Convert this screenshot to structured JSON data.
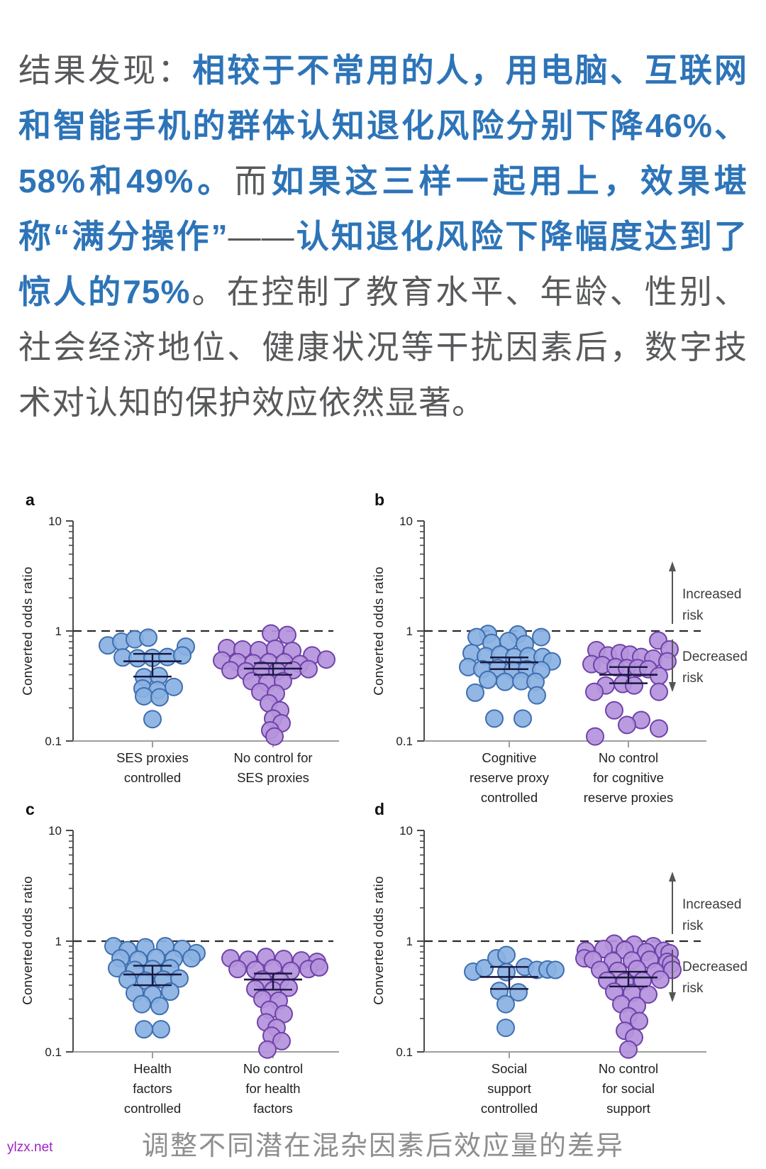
{
  "intro": {
    "colors": {
      "gray": "#58595b",
      "blue": "#2d74b8"
    },
    "runs": [
      {
        "style": "gray",
        "text": "结果发现："
      },
      {
        "style": "blue",
        "text": "相较于不常用的人，用电脑、互联网和智能手机的群体认知退化风险分别下降46%、58%和49%。"
      },
      {
        "style": "gray",
        "text": "而"
      },
      {
        "style": "blue",
        "text": "如果这三样一起用上，效果堪称“满分操作”"
      },
      {
        "style": "gray",
        "text": "——"
      },
      {
        "style": "blue",
        "text": "认知退化风险下降幅度达到了惊人的75%"
      },
      {
        "style": "gray",
        "text": "。在控制了教育水平、年龄、性别、社会经济地位、健康状况等干扰因素后，数字技术对认知的保护效应依然显著。"
      }
    ]
  },
  "figure": {
    "caption": "调整不同潜在混杂因素后效应量的差异",
    "watermark": "ylzx.net",
    "dot_colors": {
      "blue": {
        "fill": "#8ab1e2",
        "stroke": "#3f6fb0"
      },
      "purple": {
        "fill": "#b593dd",
        "stroke": "#6f42a9"
      }
    },
    "error_bar_color": "#181840",
    "reference_line_color": "#2b2b2b",
    "axis_color": "#4a4a4a",
    "baseline_color": "#9e9e9e",
    "text_color": "#1f1f1f",
    "annotation_color": "#3c3c3c",
    "increased_label": "Increased\nrisk",
    "decreased_label": "Decreased\nrisk"
  },
  "chart_data": [
    {
      "panel": "a",
      "type": "scatter",
      "yscale": "log",
      "ylim": [
        0.1,
        10
      ],
      "ylabel": "Converted odds ratio",
      "yticks": [
        "10",
        "1",
        "0.1"
      ],
      "reference_line": 1,
      "risk_annotations": false,
      "groups": [
        {
          "label": "SES proxies\ncontrolled",
          "color_key": "blue",
          "points": [
            [
              -63,
              0.74
            ],
            [
              -44,
              0.8
            ],
            [
              -25,
              0.84
            ],
            [
              -6,
              0.87
            ],
            [
              47,
              0.72
            ],
            [
              -42,
              0.575
            ],
            [
              -21,
              0.565
            ],
            [
              0,
              0.57
            ],
            [
              21,
              0.58
            ],
            [
              42,
              0.6
            ],
            [
              -12,
              0.38
            ],
            [
              9,
              0.39
            ],
            [
              -14,
              0.3
            ],
            [
              7,
              0.29
            ],
            [
              30,
              0.31
            ],
            [
              -12,
              0.255
            ],
            [
              10,
              0.25
            ],
            [
              0,
              0.158
            ]
          ],
          "summary": {
            "mean": 0.53,
            "ci_high": 0.62,
            "ci_low": 0.385
          }
        },
        {
          "label": "No control for\nSES proxies",
          "color_key": "purple",
          "points": [
            [
              -3,
              0.95
            ],
            [
              20,
              0.92
            ],
            [
              -65,
              0.7
            ],
            [
              -43,
              0.68
            ],
            [
              -20,
              0.67
            ],
            [
              3,
              0.69
            ],
            [
              27,
              0.66
            ],
            [
              55,
              0.6
            ],
            [
              75,
              0.55
            ],
            [
              -72,
              0.54
            ],
            [
              -50,
              0.52
            ],
            [
              -28,
              0.51
            ],
            [
              -6,
              0.52
            ],
            [
              16,
              0.52
            ],
            [
              38,
              0.5
            ],
            [
              -60,
              0.44
            ],
            [
              -38,
              0.43
            ],
            [
              -16,
              0.44
            ],
            [
              6,
              0.43
            ],
            [
              28,
              0.44
            ],
            [
              50,
              0.45
            ],
            [
              -30,
              0.35
            ],
            [
              -8,
              0.34
            ],
            [
              14,
              0.35
            ],
            [
              -18,
              0.28
            ],
            [
              4,
              0.27
            ],
            [
              -6,
              0.22
            ],
            [
              10,
              0.19
            ],
            [
              0,
              0.16
            ],
            [
              12,
              0.145
            ],
            [
              -4,
              0.125
            ],
            [
              2,
              0.11
            ]
          ],
          "summary": {
            "mean": 0.455,
            "ci_high": 0.51,
            "ci_low": 0.4
          }
        }
      ]
    },
    {
      "panel": "b",
      "type": "scatter",
      "yscale": "log",
      "ylim": [
        0.1,
        10
      ],
      "ylabel": "Converted odds ratio",
      "yticks": [
        "10",
        "1",
        "0.1"
      ],
      "reference_line": 1,
      "risk_annotations": true,
      "groups": [
        {
          "label": "Cognitive\nreserve proxy\ncontrolled",
          "color_key": "blue",
          "points": [
            [
              -30,
              0.94
            ],
            [
              12,
              0.93
            ],
            [
              -46,
              0.88
            ],
            [
              -1,
              0.81
            ],
            [
              45,
              0.88
            ],
            [
              -25,
              0.78
            ],
            [
              22,
              0.76
            ],
            [
              -53,
              0.63
            ],
            [
              -33,
              0.59
            ],
            [
              -13,
              0.61
            ],
            [
              7,
              0.58
            ],
            [
              27,
              0.59
            ],
            [
              47,
              0.58
            ],
            [
              60,
              0.53
            ],
            [
              -58,
              0.47
            ],
            [
              -38,
              0.45
            ],
            [
              -16,
              0.46
            ],
            [
              5,
              0.44
            ],
            [
              25,
              0.45
            ],
            [
              45,
              0.44
            ],
            [
              -30,
              0.36
            ],
            [
              -6,
              0.345
            ],
            [
              17,
              0.35
            ],
            [
              37,
              0.345
            ],
            [
              -48,
              0.275
            ],
            [
              39,
              0.26
            ],
            [
              -21,
              0.16
            ],
            [
              19,
              0.16
            ]
          ],
          "summary": {
            "mean": 0.52,
            "ci_high": 0.575,
            "ci_low": 0.45
          }
        },
        {
          "label": "No control\nfor cognitive\nreserve proxies",
          "color_key": "purple",
          "points": [
            [
              -45,
              0.67
            ],
            [
              -29,
              0.6
            ],
            [
              -12,
              0.63
            ],
            [
              2,
              0.61
            ],
            [
              18,
              0.58
            ],
            [
              35,
              0.56
            ],
            [
              42,
              0.82
            ],
            [
              58,
              0.68
            ],
            [
              -52,
              0.5
            ],
            [
              -37,
              0.49
            ],
            [
              -18,
              0.47
            ],
            [
              -2,
              0.46
            ],
            [
              13,
              0.46
            ],
            [
              28,
              0.45
            ],
            [
              55,
              0.53
            ],
            [
              43,
              0.39
            ],
            [
              -32,
              0.32
            ],
            [
              -8,
              0.33
            ],
            [
              8,
              0.32
            ],
            [
              -48,
              0.28
            ],
            [
              43,
              0.28
            ],
            [
              -20,
              0.19
            ],
            [
              18,
              0.155
            ],
            [
              -2,
              0.14
            ],
            [
              43,
              0.13
            ],
            [
              -47,
              0.11
            ]
          ],
          "summary": {
            "mean": 0.4,
            "ci_high": 0.47,
            "ci_low": 0.335
          }
        }
      ]
    },
    {
      "panel": "c",
      "type": "scatter",
      "yscale": "log",
      "ylim": [
        0.1,
        10
      ],
      "ylabel": "Converted odds ratio",
      "yticks": [
        "10",
        "1",
        "0.1"
      ],
      "reference_line": 1,
      "risk_annotations": false,
      "groups": [
        {
          "label": "Health\nfactors\ncontrolled",
          "color_key": "blue",
          "points": [
            [
              -55,
              0.9
            ],
            [
              -35,
              0.83
            ],
            [
              -10,
              0.88
            ],
            [
              18,
              0.9
            ],
            [
              42,
              0.85
            ],
            [
              62,
              0.78
            ],
            [
              -45,
              0.7
            ],
            [
              -20,
              0.68
            ],
            [
              5,
              0.71
            ],
            [
              30,
              0.69
            ],
            [
              55,
              0.7
            ],
            [
              -50,
              0.57
            ],
            [
              -25,
              0.55
            ],
            [
              0,
              0.56
            ],
            [
              25,
              0.57
            ],
            [
              -35,
              0.45
            ],
            [
              -10,
              0.44
            ],
            [
              15,
              0.45
            ],
            [
              38,
              0.46
            ],
            [
              -25,
              0.34
            ],
            [
              0,
              0.33
            ],
            [
              25,
              0.35
            ],
            [
              -15,
              0.27
            ],
            [
              10,
              0.26
            ],
            [
              -12,
              0.16
            ],
            [
              12,
              0.16
            ]
          ],
          "summary": {
            "mean": 0.5,
            "ci_high": 0.6,
            "ci_low": 0.4
          }
        },
        {
          "label": "No control\nfor health\nfactors",
          "color_key": "purple",
          "points": [
            [
              -60,
              0.7
            ],
            [
              -35,
              0.68
            ],
            [
              -10,
              0.72
            ],
            [
              15,
              0.69
            ],
            [
              40,
              0.67
            ],
            [
              62,
              0.65
            ],
            [
              -50,
              0.56
            ],
            [
              -25,
              0.55
            ],
            [
              0,
              0.57
            ],
            [
              25,
              0.54
            ],
            [
              50,
              0.56
            ],
            [
              65,
              0.58
            ],
            [
              -15,
              0.45
            ],
            [
              10,
              0.44
            ],
            [
              -25,
              0.37
            ],
            [
              0,
              0.36
            ],
            [
              22,
              0.38
            ],
            [
              -15,
              0.3
            ],
            [
              8,
              0.29
            ],
            [
              -5,
              0.24
            ],
            [
              15,
              0.22
            ],
            [
              -10,
              0.185
            ],
            [
              5,
              0.165
            ],
            [
              -2,
              0.14
            ],
            [
              12,
              0.125
            ],
            [
              -8,
              0.105
            ]
          ],
          "summary": {
            "mean": 0.45,
            "ci_high": 0.51,
            "ci_low": 0.365
          }
        }
      ]
    },
    {
      "panel": "d",
      "type": "scatter",
      "yscale": "log",
      "ylim": [
        0.1,
        10
      ],
      "ylabel": "Converted odds ratio",
      "yticks": [
        "10",
        "1",
        "0.1"
      ],
      "reference_line": 1,
      "risk_annotations": true,
      "groups": [
        {
          "label": "Social\nsupport\ncontrolled",
          "color_key": "blue",
          "points": [
            [
              -51,
              0.53
            ],
            [
              -35,
              0.57
            ],
            [
              -18,
              0.7
            ],
            [
              -4,
              0.75
            ],
            [
              -4,
              0.525
            ],
            [
              22,
              0.585
            ],
            [
              39,
              0.55
            ],
            [
              54,
              0.555
            ],
            [
              65,
              0.55
            ],
            [
              -14,
              0.355
            ],
            [
              13,
              0.345
            ],
            [
              -5,
              0.27
            ],
            [
              -5,
              0.165
            ]
          ],
          "summary": {
            "mean": 0.475,
            "ci_high": 0.585,
            "ci_low": 0.37
          }
        },
        {
          "label": "No control\nfor social\nsupport",
          "color_key": "purple",
          "points": [
            [
              -20,
              0.95
            ],
            [
              8,
              0.93
            ],
            [
              35,
              0.9
            ],
            [
              -60,
              0.82
            ],
            [
              -35,
              0.85
            ],
            [
              -5,
              0.83
            ],
            [
              25,
              0.8
            ],
            [
              50,
              0.82
            ],
            [
              58,
              0.78
            ],
            [
              -62,
              0.7
            ],
            [
              -50,
              0.68
            ],
            [
              -22,
              0.66
            ],
            [
              5,
              0.67
            ],
            [
              30,
              0.68
            ],
            [
              55,
              0.65
            ],
            [
              60,
              0.62
            ],
            [
              -40,
              0.55
            ],
            [
              -15,
              0.54
            ],
            [
              12,
              0.56
            ],
            [
              38,
              0.53
            ],
            [
              62,
              0.55
            ],
            [
              -30,
              0.44
            ],
            [
              -5,
              0.43
            ],
            [
              20,
              0.44
            ],
            [
              45,
              0.45
            ],
            [
              -20,
              0.35
            ],
            [
              5,
              0.34
            ],
            [
              28,
              0.33
            ],
            [
              -10,
              0.27
            ],
            [
              12,
              0.26
            ],
            [
              0,
              0.21
            ],
            [
              15,
              0.19
            ],
            [
              -5,
              0.155
            ],
            [
              8,
              0.135
            ],
            [
              0,
              0.105
            ]
          ],
          "summary": {
            "mean": 0.47,
            "ci_high": 0.53,
            "ci_low": 0.39
          }
        }
      ]
    }
  ]
}
